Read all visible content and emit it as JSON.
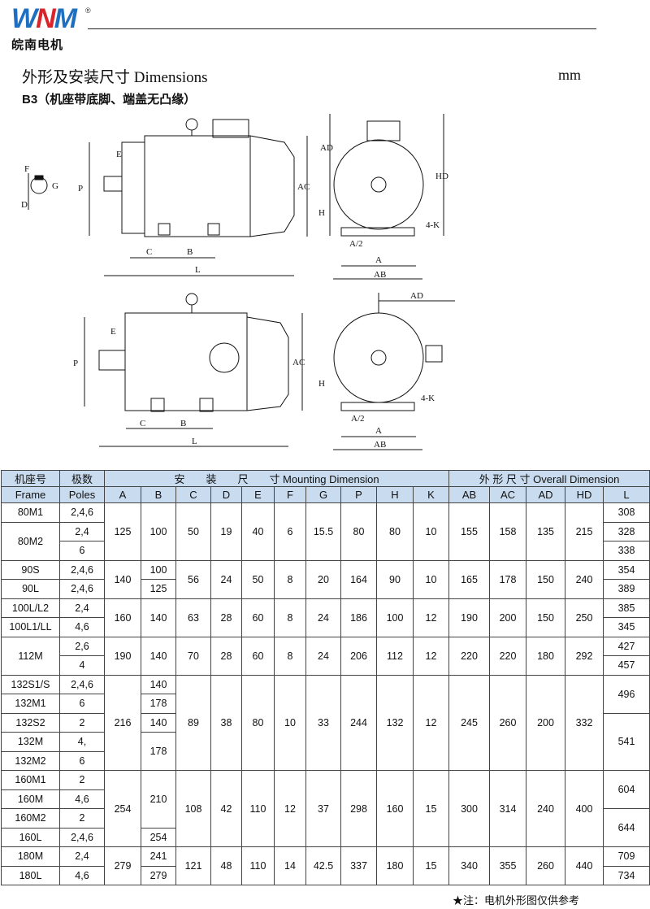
{
  "brand": {
    "mark_left": "W",
    "mark_mid": "N",
    "mark_right": "M",
    "registered": "®",
    "name_cn": "皖南电机"
  },
  "header": {
    "title": "外形及安装尺寸  Dimensions",
    "unit": "mm",
    "subtitle": "B3（机座带底脚、端盖无凸缘）"
  },
  "drawing_labels": {
    "F": "F",
    "G": "G",
    "D": "D",
    "E": "E",
    "P": "P",
    "C": "C",
    "B": "B",
    "L": "L",
    "AC": "AC",
    "AD": "AD",
    "HD": "HD",
    "H": "H",
    "K": "4-K",
    "A2": "A/2",
    "A": "A",
    "AB": "AB"
  },
  "table": {
    "header_top": {
      "frame_cn": "机座号",
      "poles_cn": "极数",
      "mounting": "安　　装　　尺　　寸  Mounting Dimension",
      "overall": "外 形 尺 寸 Overall Dimension"
    },
    "header_bottom": [
      "Frame",
      "Poles",
      "A",
      "B",
      "C",
      "D",
      "E",
      "F",
      "G",
      "P",
      "H",
      "K",
      "AB",
      "AC",
      "AD",
      "HD",
      "L"
    ],
    "rows": [
      [
        {
          "v": "80M1"
        },
        {
          "v": "2,4,6"
        },
        {
          "v": "125",
          "rs": 3
        },
        {
          "v": "100",
          "rs": 3
        },
        {
          "v": "50",
          "rs": 3
        },
        {
          "v": "19",
          "rs": 3
        },
        {
          "v": "40",
          "rs": 3
        },
        {
          "v": "6",
          "rs": 3
        },
        {
          "v": "15.5",
          "rs": 3
        },
        {
          "v": "80",
          "rs": 3
        },
        {
          "v": "80",
          "rs": 3
        },
        {
          "v": "10",
          "rs": 3
        },
        {
          "v": "155",
          "rs": 3
        },
        {
          "v": "158",
          "rs": 3
        },
        {
          "v": "135",
          "rs": 3
        },
        {
          "v": "215",
          "rs": 3
        },
        {
          "v": "308"
        }
      ],
      [
        {
          "v": "80M2",
          "rs": 2
        },
        {
          "v": "2,4"
        },
        {
          "v": "328"
        }
      ],
      [
        {
          "v": "6"
        },
        {
          "v": "338"
        }
      ],
      [
        {
          "v": "90S"
        },
        {
          "v": "2,4,6"
        },
        {
          "v": "140",
          "rs": 2
        },
        {
          "v": "100"
        },
        {
          "v": "56",
          "rs": 2
        },
        {
          "v": "24",
          "rs": 2
        },
        {
          "v": "50",
          "rs": 2
        },
        {
          "v": "8",
          "rs": 2
        },
        {
          "v": "20",
          "rs": 2
        },
        {
          "v": "164",
          "rs": 2
        },
        {
          "v": "90",
          "rs": 2
        },
        {
          "v": "10",
          "rs": 2
        },
        {
          "v": "165",
          "rs": 2
        },
        {
          "v": "178",
          "rs": 2
        },
        {
          "v": "150",
          "rs": 2
        },
        {
          "v": "240",
          "rs": 2
        },
        {
          "v": "354"
        }
      ],
      [
        {
          "v": "90L"
        },
        {
          "v": "2,4,6"
        },
        {
          "v": "125"
        },
        {
          "v": "389"
        }
      ],
      [
        {
          "v": "100L/L2"
        },
        {
          "v": "2,4"
        },
        {
          "v": "160",
          "rs": 2
        },
        {
          "v": "140",
          "rs": 2
        },
        {
          "v": "63",
          "rs": 2
        },
        {
          "v": "28",
          "rs": 2
        },
        {
          "v": "60",
          "rs": 2
        },
        {
          "v": "8",
          "rs": 2
        },
        {
          "v": "24",
          "rs": 2
        },
        {
          "v": "186",
          "rs": 2
        },
        {
          "v": "100",
          "rs": 2
        },
        {
          "v": "12",
          "rs": 2
        },
        {
          "v": "190",
          "rs": 2
        },
        {
          "v": "200",
          "rs": 2
        },
        {
          "v": "150",
          "rs": 2
        },
        {
          "v": "250",
          "rs": 2
        },
        {
          "v": "385"
        }
      ],
      [
        {
          "v": "100L1/LL"
        },
        {
          "v": "4,6"
        },
        {
          "v": "345"
        }
      ],
      [
        {
          "v": "112M",
          "rs": 2
        },
        {
          "v": "2,6"
        },
        {
          "v": "190",
          "rs": 2
        },
        {
          "v": "140",
          "rs": 2
        },
        {
          "v": "70",
          "rs": 2
        },
        {
          "v": "28",
          "rs": 2
        },
        {
          "v": "60",
          "rs": 2
        },
        {
          "v": "8",
          "rs": 2
        },
        {
          "v": "24",
          "rs": 2
        },
        {
          "v": "206",
          "rs": 2
        },
        {
          "v": "112",
          "rs": 2
        },
        {
          "v": "12",
          "rs": 2
        },
        {
          "v": "220",
          "rs": 2
        },
        {
          "v": "220",
          "rs": 2
        },
        {
          "v": "180",
          "rs": 2
        },
        {
          "v": "292",
          "rs": 2
        },
        {
          "v": "427"
        }
      ],
      [
        {
          "v": "4"
        },
        {
          "v": "457"
        }
      ],
      [
        {
          "v": "132S1/S"
        },
        {
          "v": "2,4,6"
        },
        {
          "v": "216",
          "rs": 5
        },
        {
          "v": "140"
        },
        {
          "v": "89",
          "rs": 5
        },
        {
          "v": "38",
          "rs": 5
        },
        {
          "v": "80",
          "rs": 5
        },
        {
          "v": "10",
          "rs": 5
        },
        {
          "v": "33",
          "rs": 5
        },
        {
          "v": "244",
          "rs": 5
        },
        {
          "v": "132",
          "rs": 5
        },
        {
          "v": "12",
          "rs": 5
        },
        {
          "v": "245",
          "rs": 5
        },
        {
          "v": "260",
          "rs": 5
        },
        {
          "v": "200",
          "rs": 5
        },
        {
          "v": "332",
          "rs": 5
        },
        {
          "v": "496",
          "rs": 2
        }
      ],
      [
        {
          "v": "132M1"
        },
        {
          "v": "6"
        },
        {
          "v": "178"
        }
      ],
      [
        {
          "v": "132S2"
        },
        {
          "v": "2"
        },
        {
          "v": "140"
        },
        {
          "v": "541",
          "rs": 3
        }
      ],
      [
        {
          "v": "132M"
        },
        {
          "v": "4,"
        },
        {
          "v": "178",
          "rs": 2
        }
      ],
      [
        {
          "v": "132M2"
        },
        {
          "v": "6"
        }
      ],
      [
        {
          "v": "160M1"
        },
        {
          "v": "2"
        },
        {
          "v": "254",
          "rs": 4
        },
        {
          "v": "210",
          "rs": 3
        },
        {
          "v": "108",
          "rs": 4
        },
        {
          "v": "42",
          "rs": 4
        },
        {
          "v": "110",
          "rs": 4
        },
        {
          "v": "12",
          "rs": 4
        },
        {
          "v": "37",
          "rs": 4
        },
        {
          "v": "298",
          "rs": 4
        },
        {
          "v": "160",
          "rs": 4
        },
        {
          "v": "15",
          "rs": 4
        },
        {
          "v": "300",
          "rs": 4
        },
        {
          "v": "314",
          "rs": 4
        },
        {
          "v": "240",
          "rs": 4
        },
        {
          "v": "400",
          "rs": 4
        },
        {
          "v": "604",
          "rs": 2
        }
      ],
      [
        {
          "v": "160M"
        },
        {
          "v": "4,6"
        }
      ],
      [
        {
          "v": "160M2"
        },
        {
          "v": "2"
        },
        {
          "v": "644",
          "rs": 2
        }
      ],
      [
        {
          "v": "160L"
        },
        {
          "v": "2,4,6"
        },
        {
          "v": "254"
        }
      ],
      [
        {
          "v": "180M"
        },
        {
          "v": "2,4"
        },
        {
          "v": "279",
          "rs": 2
        },
        {
          "v": "241"
        },
        {
          "v": "121",
          "rs": 2
        },
        {
          "v": "48",
          "rs": 2
        },
        {
          "v": "110",
          "rs": 2
        },
        {
          "v": "14",
          "rs": 2
        },
        {
          "v": "42.5",
          "rs": 2
        },
        {
          "v": "337",
          "rs": 2
        },
        {
          "v": "180",
          "rs": 2
        },
        {
          "v": "15",
          "rs": 2
        },
        {
          "v": "340",
          "rs": 2
        },
        {
          "v": "355",
          "rs": 2
        },
        {
          "v": "260",
          "rs": 2
        },
        {
          "v": "440",
          "rs": 2
        },
        {
          "v": "709"
        }
      ],
      [
        {
          "v": "180L"
        },
        {
          "v": "4,6"
        },
        {
          "v": "279"
        },
        {
          "v": "734"
        }
      ]
    ]
  },
  "note": "★注：电机外形图仅供参考",
  "colors": {
    "header_bg": "#c9dcef",
    "logo_blue": "#1f6fc0",
    "logo_red": "#d8242a"
  }
}
